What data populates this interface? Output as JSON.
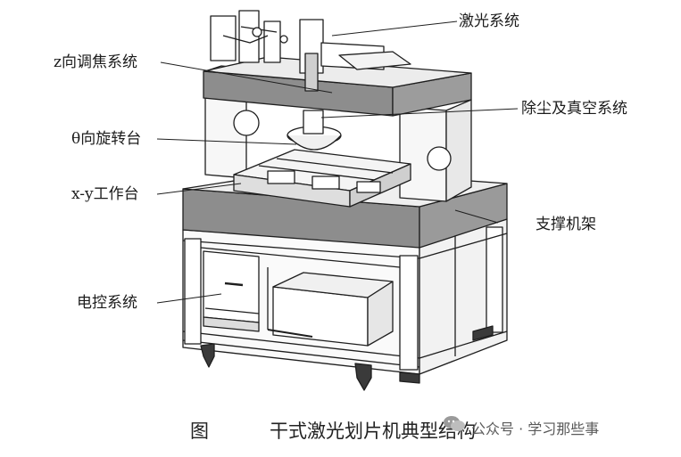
{
  "labels": {
    "laser": "激光系统",
    "z_focus": "z向调焦系统",
    "dust_vacuum": "除尘及真空系统",
    "theta_table": "θ向旋转台",
    "xy_table": "x-y工作台",
    "frame": "支撑机架",
    "electrical": "电控系统"
  },
  "caption": {
    "prefix": "图",
    "title": "干式激光划片机典型结构"
  },
  "watermark": {
    "text": "公众号 · 学习那些事"
  },
  "colors": {
    "line": "#1e1e1e",
    "dark_panel": "#8d8d8d",
    "mid_gray": "#b9b9b9",
    "light": "#f4f4f4"
  }
}
